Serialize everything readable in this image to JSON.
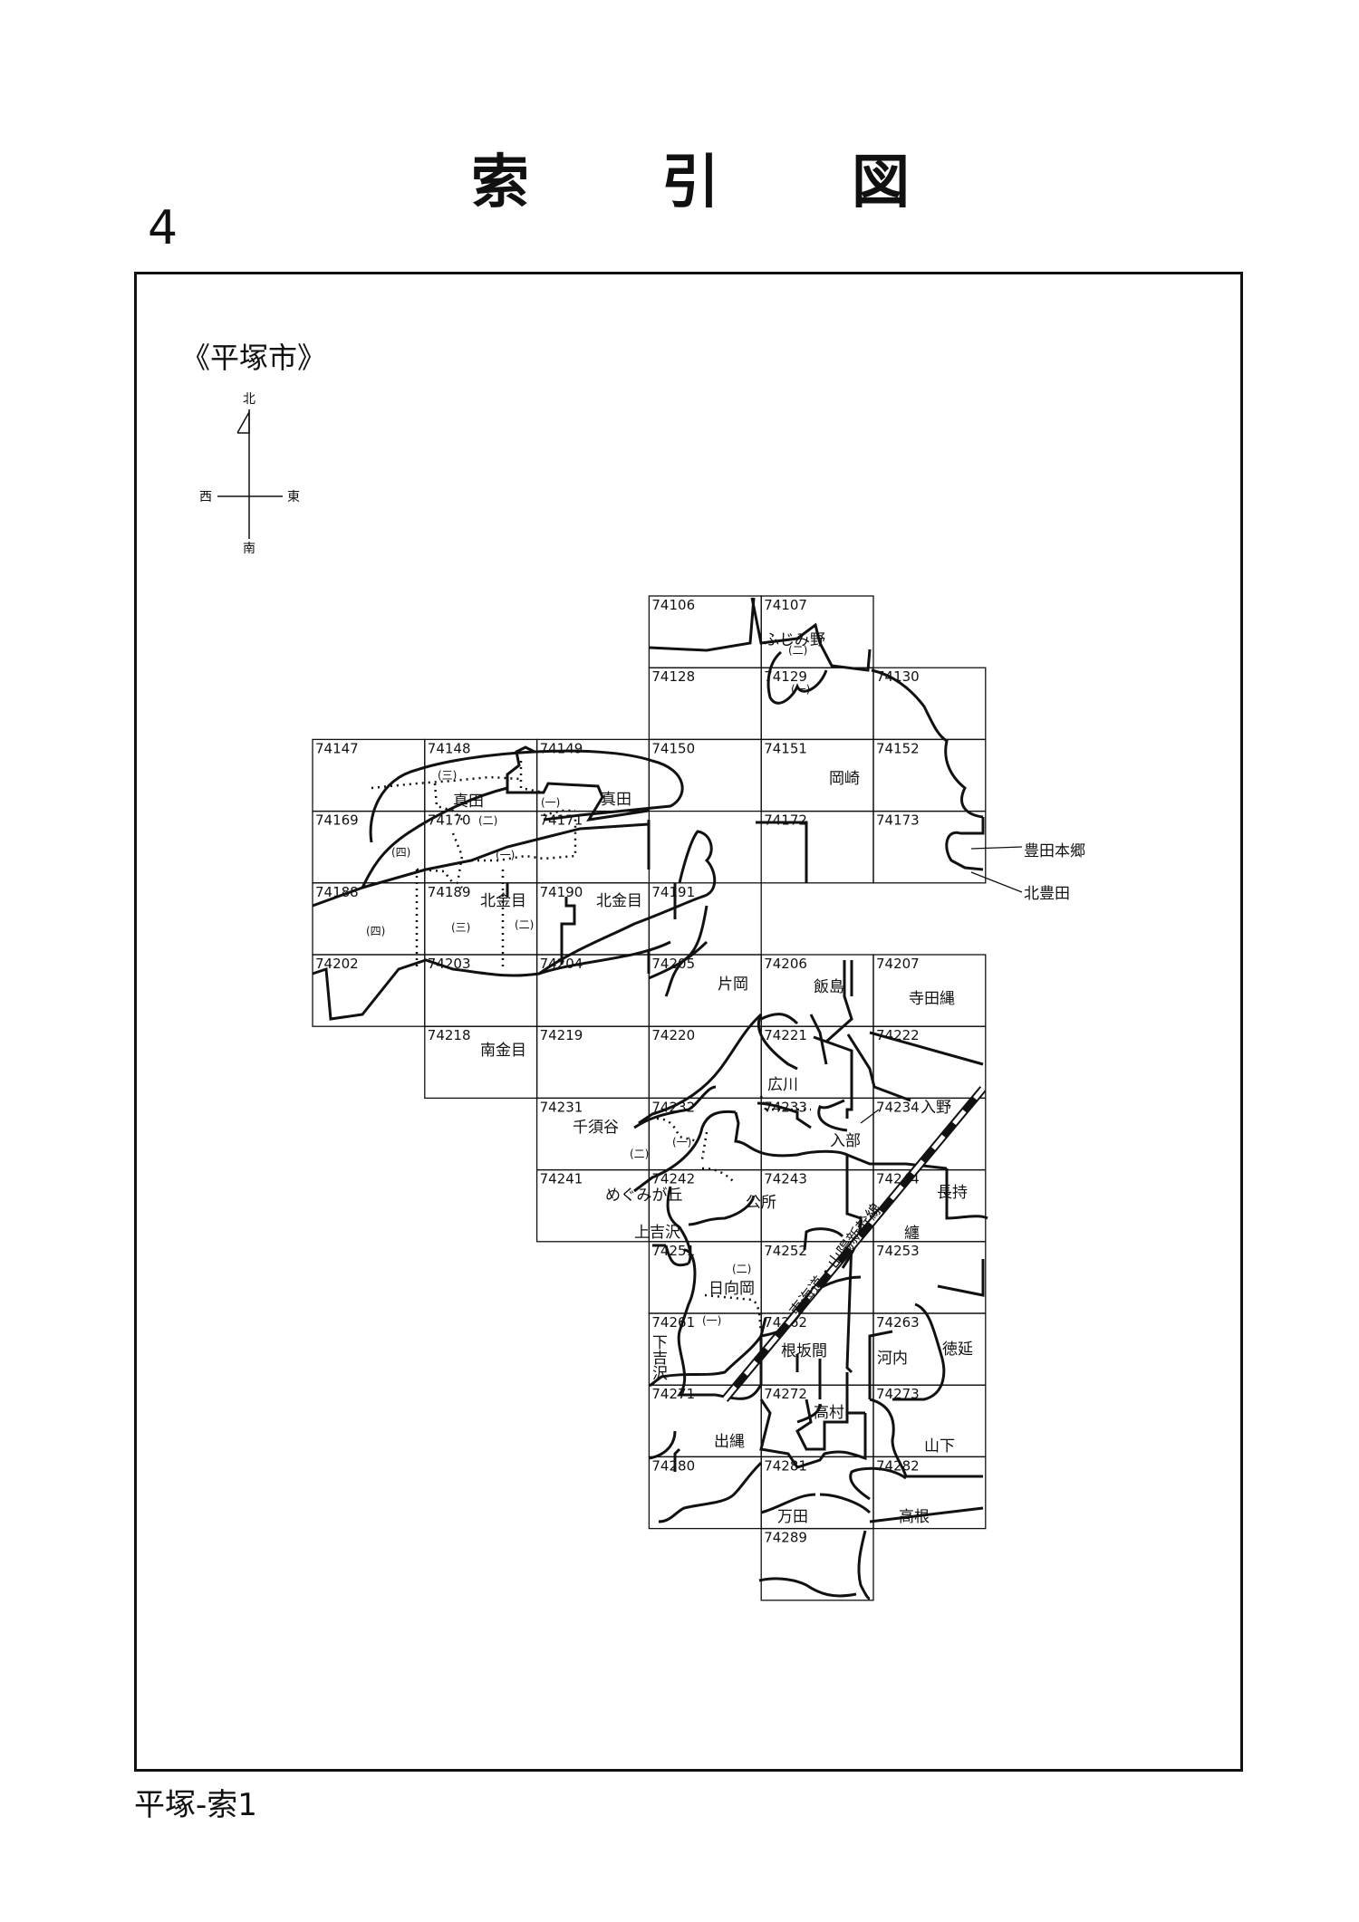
{
  "title": [
    "索",
    "引",
    "図"
  ],
  "page_number": "4",
  "city_label": "《平塚市》",
  "footer": "平塚-索1",
  "compass": {
    "north": "北",
    "south": "南",
    "east": "東",
    "west": "西"
  },
  "grid_cells": [
    "74106",
    "74107",
    "74128",
    "74129",
    "74130",
    "74147",
    "74148",
    "74149",
    "74150",
    "74151",
    "74152",
    "74169",
    "74170",
    "74171",
    "74172",
    "74173",
    "74188",
    "74189",
    "74190",
    "74191",
    "74202",
    "74203",
    "74204",
    "74205",
    "74206",
    "74207",
    "74218",
    "74219",
    "74220",
    "74221",
    "74222",
    "74231",
    "74232",
    "74233",
    "74234",
    "74241",
    "74242",
    "74243",
    "74244",
    "74251",
    "74252",
    "74253",
    "74261",
    "74262",
    "74263",
    "74271",
    "74272",
    "74273",
    "74280",
    "74281",
    "74282",
    "74289"
  ],
  "place_names": [
    "ふじみ野",
    "真田",
    "真田",
    "岡崎",
    "豊田本郷",
    "北豊田",
    "北金目",
    "北金目",
    "片岡",
    "飯島",
    "寺田縄",
    "南金目",
    "広川",
    "千須谷",
    "入部",
    "入野",
    "めぐみが丘",
    "公所",
    "長持",
    "上吉沢",
    "纏",
    "日向岡",
    "下",
    "吉",
    "沢",
    "根坂間",
    "河内",
    "徳延",
    "出縄",
    "高村",
    "山下",
    "万田",
    "高根"
  ],
  "sub_numbers": [
    "(二)",
    "(一)",
    "(三)",
    "(一)",
    "(二)",
    "(四)",
    "(一)",
    "(四)",
    "(三)",
    "(二)",
    "(二)",
    "(一)",
    "(二)",
    "(一)"
  ],
  "railway_label": "東海道・山陽新幹線"
}
